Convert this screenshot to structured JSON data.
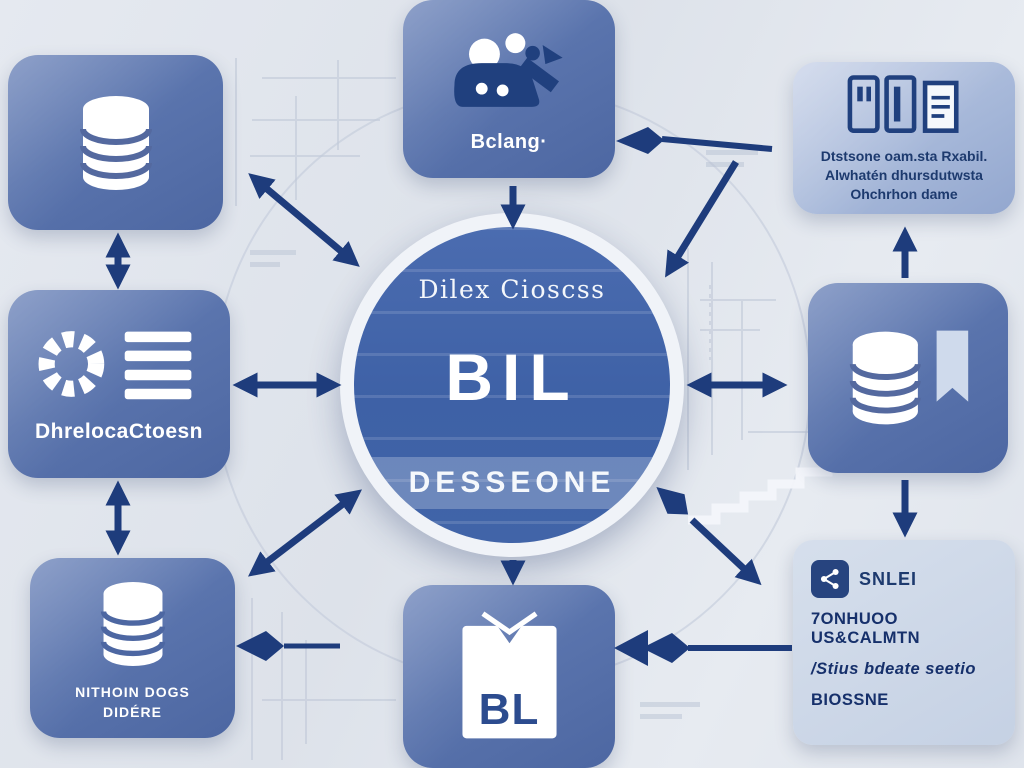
{
  "colors": {
    "background": "#dfe3eb",
    "node_blue": "#5a74ad",
    "node_light_blue": "#a9bcdd",
    "panel_light": "#cdd8e8",
    "arrow_navy": "#1e3c7c",
    "circle_blue": "#3e61a6",
    "white": "#ffffff"
  },
  "center": {
    "line1": "Dilex Cioscss",
    "line2": "BIL",
    "line3": "DESSEONE"
  },
  "nodes": {
    "top_left": {
      "icon": "database-icon"
    },
    "top_center": {
      "icon": "people-icon",
      "label": "Bclang·"
    },
    "top_right": {
      "icon": "documents-icon",
      "line1": "Dtstsone oam.sta Rxabil.",
      "line2": "Alwhatén dhursdutwsta",
      "line3": "Ohchrhon dame"
    },
    "mid_left": {
      "icon": "gear-list-icon",
      "label": "DhrelocaCtoesn"
    },
    "mid_right": {
      "icon": "database-bookmark-icon"
    },
    "bottom_left": {
      "icon": "database-icon",
      "line1": "NITHOIN DOGS",
      "line2": "DIDÉRE"
    },
    "bottom_center": {
      "icon": "jersey-icon",
      "label": "BL"
    },
    "bottom_right": {
      "icon": "share-icon",
      "icon_label": "SNLEI",
      "line1": "7ONHUOO US&CALMTN",
      "line2": "/Stius bdeate seetio",
      "line3": "BIOSSNE"
    }
  }
}
